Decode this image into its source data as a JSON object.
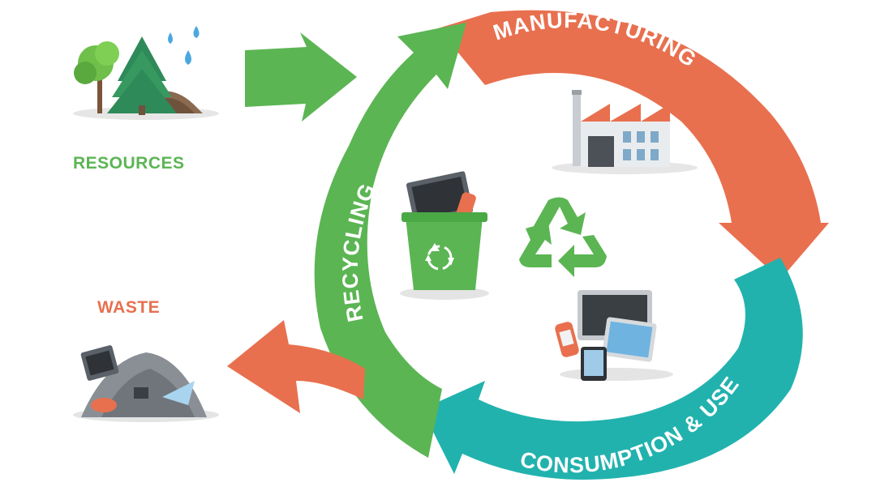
{
  "labels": {
    "resources": "RESOURCES",
    "waste": "WASTE",
    "manufacturing": "MANUFACTURING",
    "consumption": "CONSUMPTION & USE",
    "recycling": "RECYCLING"
  },
  "colors": {
    "orange": "#e8704f",
    "teal": "#22b2ae",
    "green": "#5bb553",
    "dark_green": "#3f9a3b",
    "label_green": "#5bb553",
    "label_orange": "#e8704f",
    "background": "#ffffff"
  },
  "icons": [
    "trees-and-water-icon",
    "waste-pile-icon",
    "factory-icon",
    "devices-icon",
    "recycle-bin-icon",
    "recycle-symbol-icon"
  ]
}
